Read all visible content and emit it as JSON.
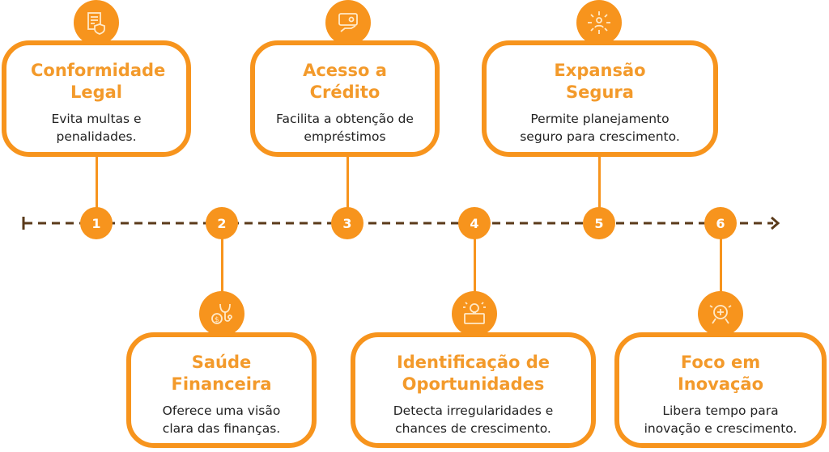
{
  "colors": {
    "accent": "#F7941D",
    "timeline": "#5A3A1A"
  },
  "items": [
    {
      "number": "1",
      "title": "Conformidade Legal",
      "desc": "Evita multas e penalidades.",
      "icon": "document-shield-icon"
    },
    {
      "number": "2",
      "title": "Saúde Financeira",
      "desc": "Oferece uma visão clara das finanças.",
      "icon": "money-stethoscope-icon"
    },
    {
      "number": "3",
      "title": "Acesso a Crédito",
      "desc": "Facilita a obtenção de empréstimos",
      "icon": "card-hand-icon"
    },
    {
      "number": "4",
      "title": "Identificação de Oportunidades",
      "desc": "Detecta irregularidades e chances de crescimento.",
      "icon": "briefcase-lightbulb-icon"
    },
    {
      "number": "5",
      "title": "Expansão Segura",
      "desc": "Permite planejamento seguro para crescimento.",
      "icon": "expansion-arrows-icon"
    },
    {
      "number": "6",
      "title": "Foco em Inovação",
      "desc": "Libera tempo para inovação e crescimento.",
      "icon": "innovation-brain-icon"
    }
  ]
}
